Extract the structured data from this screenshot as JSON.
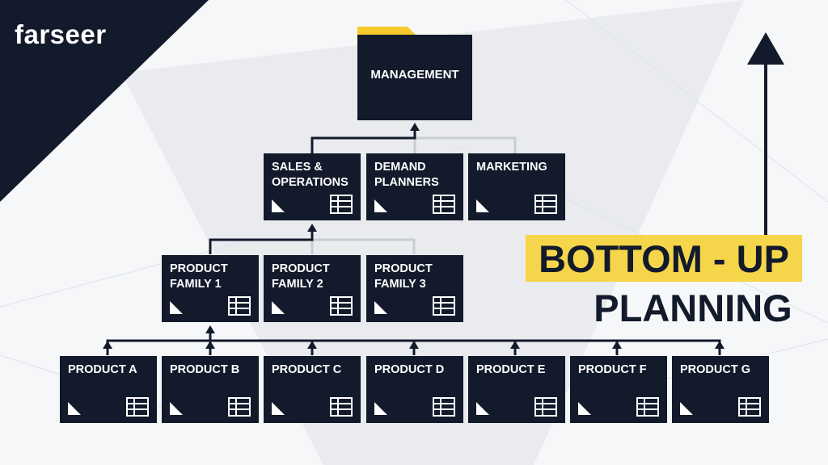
{
  "brand": {
    "logo_text": "farseer"
  },
  "title": {
    "line1": "BOTTOM - UP",
    "line2": "PLANNING"
  },
  "colors": {
    "navy": "#121a2b",
    "accent_yellow": "#f5d64a",
    "connector_gray": "#c9ccd2",
    "background": "#f6f7f9"
  },
  "levels": {
    "management": {
      "label": "MANAGEMENT"
    },
    "departments": [
      {
        "label_line1": "SALES &",
        "label_line2": "OPERATIONS"
      },
      {
        "label_line1": "DEMAND",
        "label_line2": "PLANNERS"
      },
      {
        "label_line1": "MARKETING",
        "label_line2": ""
      }
    ],
    "product_families": [
      {
        "label_line1": "PRODUCT",
        "label_line2": "FAMILY 1"
      },
      {
        "label_line1": "PRODUCT",
        "label_line2": "FAMILY 2"
      },
      {
        "label_line1": "PRODUCT",
        "label_line2": "FAMILY 3"
      }
    ],
    "products": [
      {
        "label": "PRODUCT A"
      },
      {
        "label": "PRODUCT B"
      },
      {
        "label": "PRODUCT C"
      },
      {
        "label": "PRODUCT D"
      },
      {
        "label": "PRODUCT E"
      },
      {
        "label": "PRODUCT F"
      },
      {
        "label": "PRODUCT G"
      }
    ]
  },
  "icons": {
    "document_corner": "folded-corner-icon",
    "table": "table-sheet-icon",
    "arrow": "arrow-up-icon"
  }
}
